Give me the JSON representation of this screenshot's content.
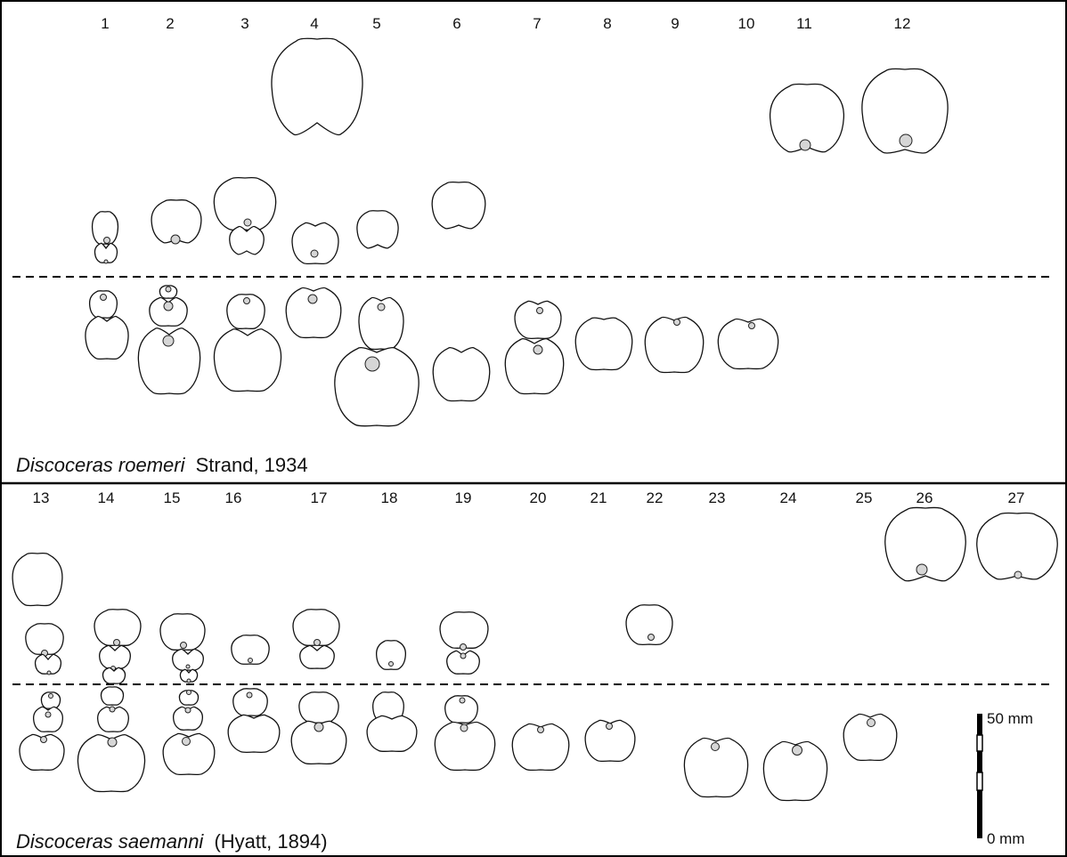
{
  "panels": [
    {
      "id": "roemeri",
      "caption": {
        "genus_species": "Discoceras roemeri",
        "authority": "Strand, 1934"
      },
      "specimen_numbers": [
        "1",
        "2",
        "3",
        "4",
        "5",
        "6",
        "7",
        "8",
        "9",
        "10",
        "11",
        "12"
      ]
    },
    {
      "id": "saemanni",
      "caption": {
        "genus_species": "Discoceras saemanni",
        "authority": "(Hyatt, 1894)"
      },
      "specimen_numbers": [
        "13",
        "14",
        "15",
        "16",
        "17",
        "18",
        "19",
        "20",
        "21",
        "22",
        "23",
        "24",
        "25",
        "26",
        "27"
      ]
    }
  ],
  "scale_bar": {
    "top_label": "50 mm",
    "bottom_label": "0 mm"
  },
  "colors": {
    "siphuncle_fill": "#d6d6d6",
    "outline": "#111111"
  }
}
